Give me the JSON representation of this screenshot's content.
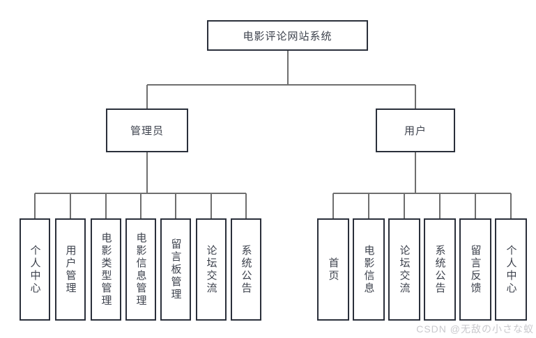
{
  "diagram": {
    "root": {
      "label": "电影评论网站系统"
    },
    "branches": [
      {
        "label": "管理员",
        "children": [
          "个人中心",
          "用户管理",
          "电影类型管理",
          "电影信息管理",
          "留言板管理",
          "论坛交流",
          "系统公告"
        ]
      },
      {
        "label": "用户",
        "children": [
          "首页",
          "电影信息",
          "论坛交流",
          "系统公告",
          "留言反馈",
          "个人中心"
        ]
      }
    ]
  },
  "watermark": {
    "text": "CSDN @无敌の小さな蚁"
  },
  "colors": {
    "background": "#ffffff",
    "box_border": "#2a2f3a",
    "connector": "#6e6e6e",
    "text": "#3d424d",
    "watermark": "#c9c9cd"
  }
}
